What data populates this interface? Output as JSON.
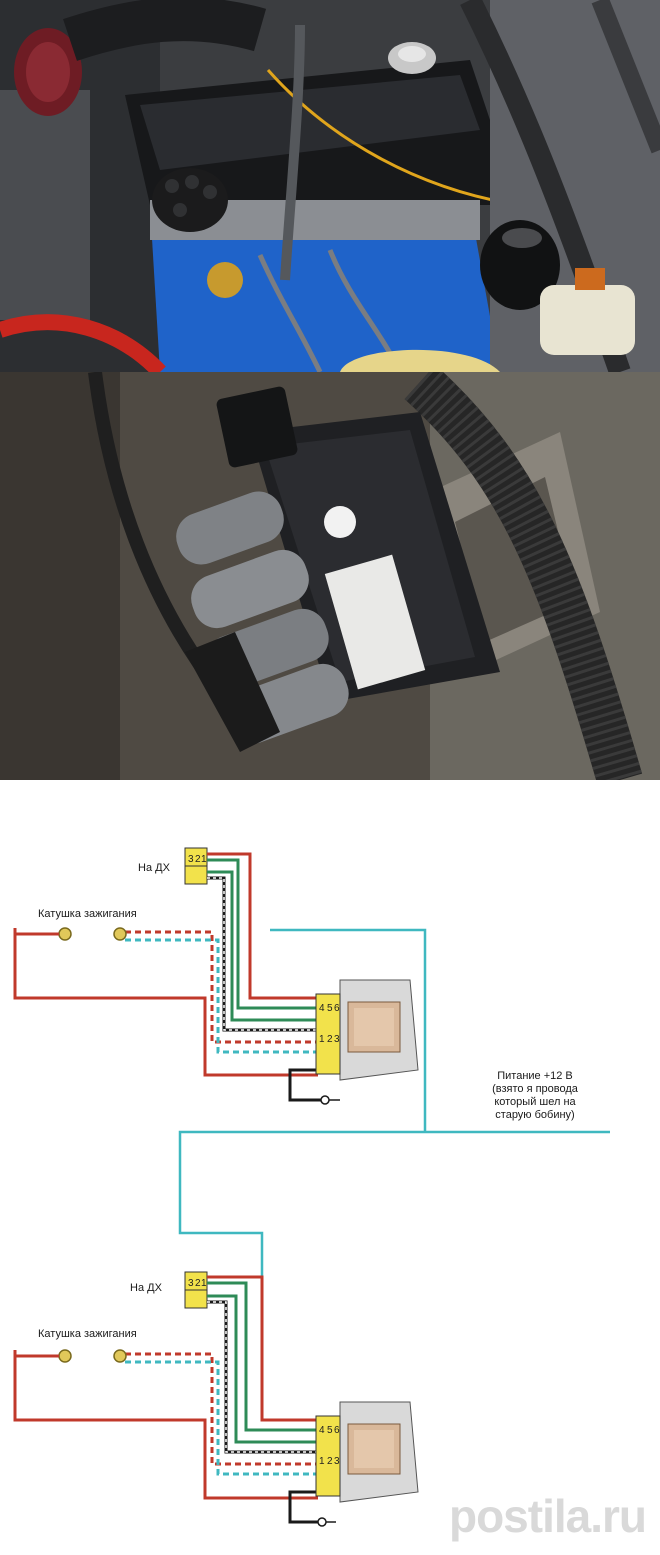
{
  "diagram": {
    "upper": {
      "sensor_label": "На ДХ",
      "coil_label": "Катушка зажигания",
      "sensor_pins": [
        "3",
        "2",
        "1"
      ],
      "switch_pins_top": [
        "4",
        "5",
        "6"
      ],
      "switch_pins_bottom": [
        "1",
        "2",
        "3"
      ]
    },
    "lower": {
      "sensor_label": "На ДХ",
      "coil_label": "Катушка зажигания",
      "sensor_pins": [
        "3",
        "2",
        "1"
      ],
      "switch_pins_top": [
        "4",
        "5",
        "6"
      ],
      "switch_pins_bottom": [
        "1",
        "2",
        "3"
      ]
    },
    "power_label": {
      "line1": "Питание +12 В",
      "line2": "(взято я провода",
      "line3": "который шел на",
      "line4": "старую бобину)"
    }
  },
  "watermark": "postila.ru",
  "colors": {
    "wire_red": "#c0392b",
    "wire_green": "#2e8b57",
    "wire_cyan": "#3fb8c0",
    "wire_black": "#1a1a1a",
    "connector_yellow": "#f2e24b",
    "engine_blue": "#1f63c9"
  }
}
